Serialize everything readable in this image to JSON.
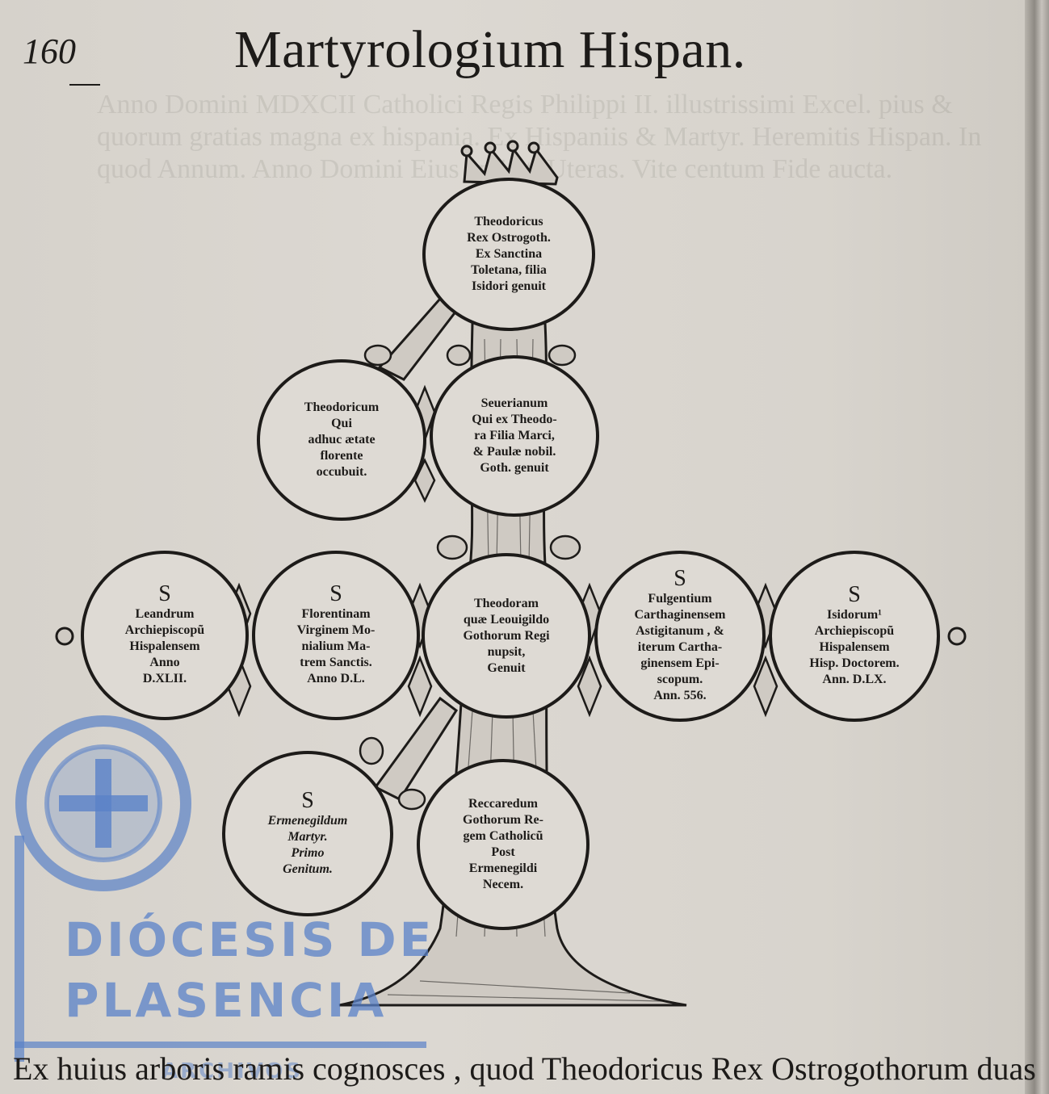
{
  "page": {
    "page_number": "160",
    "running_head": "Martyrologium Hispan.",
    "bottom_line": "Ex huius arboris ramis cognosces , quod Theodoricus Rex Ostrogothorum duas"
  },
  "tree": {
    "nodes": [
      {
        "id": "theodoricus",
        "saint": "",
        "text": "Theodoricus\nRex Ostrogoth.\nEx Sanctina\nToletana, filia\nIsidori genuit",
        "italic": false
      },
      {
        "id": "theodoricum",
        "saint": "",
        "text": "Theodoricum\nQui\nadhuc ætate\nflorente\noccubuit.",
        "italic": false
      },
      {
        "id": "seuerianum",
        "saint": "",
        "text": "Seuerianum\nQui ex Theodo-\nra Filia Marci,\n& Paulæ nobil.\nGoth. genuit",
        "italic": false
      },
      {
        "id": "leandrum",
        "saint": "S",
        "text": "Leandrum\nArchiepiscopũ\nHispalensem\nAnno\nD.XLII.",
        "italic": false
      },
      {
        "id": "florentinam",
        "saint": "S",
        "text": "Florentinam\nVirginem Mo-\nnialium Ma-\ntrem Sanctis.\nAnno D.L.",
        "italic": false
      },
      {
        "id": "theodoram",
        "saint": "",
        "text": "Theodoram\nquæ Leouigildo\nGothorum Regi\nnupsit,\nGenuit",
        "italic": false
      },
      {
        "id": "fulgentium",
        "saint": "S",
        "text": "Fulgentium\nCarthaginensem\nAstigitanum , &\niterum Cartha-\nginensem Epi-\nscopum.\nAnn. 556.",
        "italic": false
      },
      {
        "id": "isidorum",
        "saint": "S",
        "text": "Isidorum¹\nArchiepiscopũ\nHispalensem\nHisp. Doctorem.\nAnn. D.LX.",
        "italic": false
      },
      {
        "id": "ermenegildum",
        "saint": "S",
        "text": "Ermenegildum\nMartyr.\nPrimo\nGenitum.",
        "italic": true
      },
      {
        "id": "reccaredum",
        "saint": "",
        "text": "Reccaredum\nGothorum Re-\ngem Catholicũ\nPost\nErmenegildi\nNecem.",
        "italic": false
      }
    ]
  },
  "watermark": {
    "line1": "DIÓCESIS DE",
    "line2": "PLASENCIA",
    "line3": "ARCHIVOS",
    "color": "#5a82c8"
  },
  "ghost_text": "Anno Domini MDXCII Catholici Regis Philippi II. illustrissimi Excel. pius & quorum gratias magna ex hispania. Ex Hispaniis & Martyr. Heremitis Hispan. In quod Annum. Anno Domini Eius amisit. Uteras. Vite centum Fide aucta."
}
